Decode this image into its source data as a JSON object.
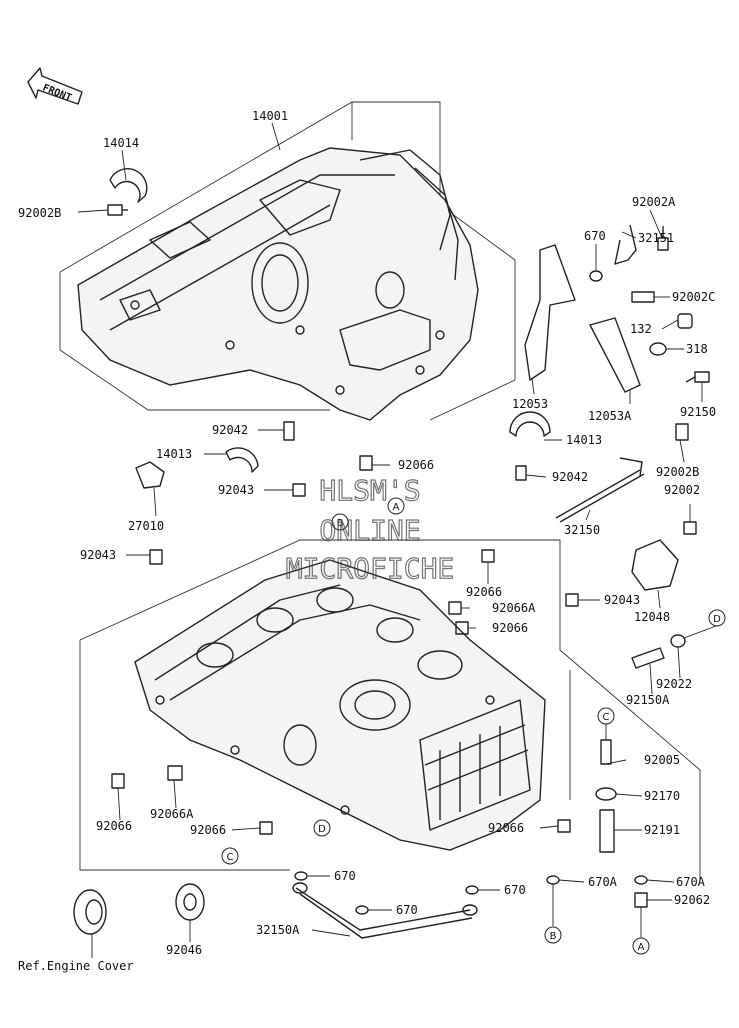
{
  "watermark": {
    "line1": "HLSM'S",
    "line2": "ONLINE",
    "line3": "MICROFICHE"
  },
  "front_arrow": {
    "label": "FRONT"
  },
  "ref_note": "Ref.Engine Cover",
  "labels": {
    "p14001": "14001",
    "p14014": "14014",
    "p92002B_top": "92002B",
    "p92002A": "92002A",
    "p670_top": "670",
    "p32151": "32151",
    "p92002C": "92002C",
    "p132": "132",
    "p318": "318",
    "p12053": "12053",
    "p12053A": "12053A",
    "p92150": "92150",
    "p92042_left": "92042",
    "p14013_right": "14013",
    "p14013_left": "14013",
    "p92066_top": "92066",
    "p92042_right": "92042",
    "p92002B_right": "92002B",
    "p92043_mid": "92043",
    "p92002": "92002",
    "p27010": "27010",
    "p32150": "32150",
    "p92043_left": "92043",
    "p92066_a": "92066",
    "p92066A_a": "92066A",
    "p92066_b": "92066",
    "p92043_right": "92043",
    "p12048": "12048",
    "p92022": "92022",
    "p92150A": "92150A",
    "p92005": "92005",
    "p92170": "92170",
    "p92191": "92191",
    "p92066_left": "92066",
    "p92066A_left": "92066A",
    "p92066_c": "92066",
    "p92066_right": "92066",
    "p670_a": "670",
    "p670_b": "670",
    "p670_c": "670",
    "p670A_a": "670A",
    "p670A_b": "670A",
    "p92062": "92062",
    "p32150A": "32150A",
    "p92046": "92046"
  },
  "tags": {
    "A1": "A",
    "B1": "B",
    "D1": "D",
    "C1": "C",
    "D2": "D",
    "C2": "C",
    "B2": "B",
    "A2": "A"
  }
}
